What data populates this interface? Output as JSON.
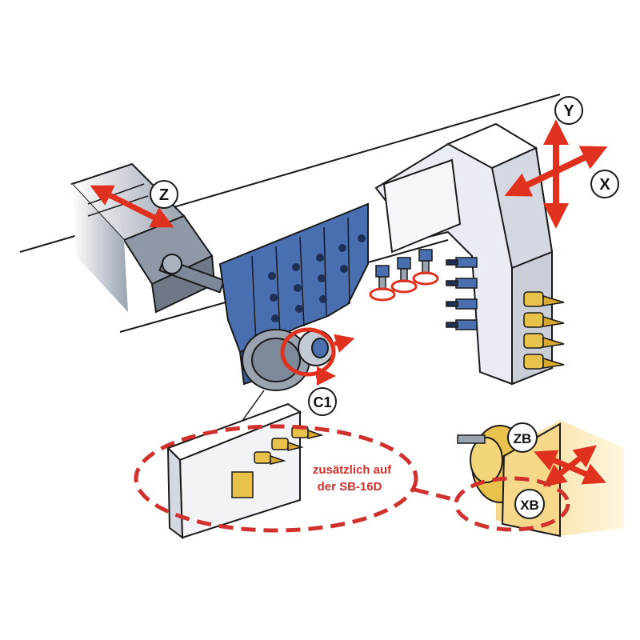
{
  "axes": {
    "y": "Y",
    "x": "X",
    "z": "Z",
    "c1": "C1",
    "zb": "ZB",
    "xb": "XB"
  },
  "note": {
    "line1": "zusätzlich auf",
    "line2": "der SB-16D"
  },
  "colors": {
    "blue_tool_post": "#4a6fb0",
    "red_arrow": "#e0301e",
    "red_dashed": "#d0312d",
    "gold_tool": "#e8c24a",
    "grey_machine": "#b8bec8",
    "outline": "#1a1a1a"
  }
}
